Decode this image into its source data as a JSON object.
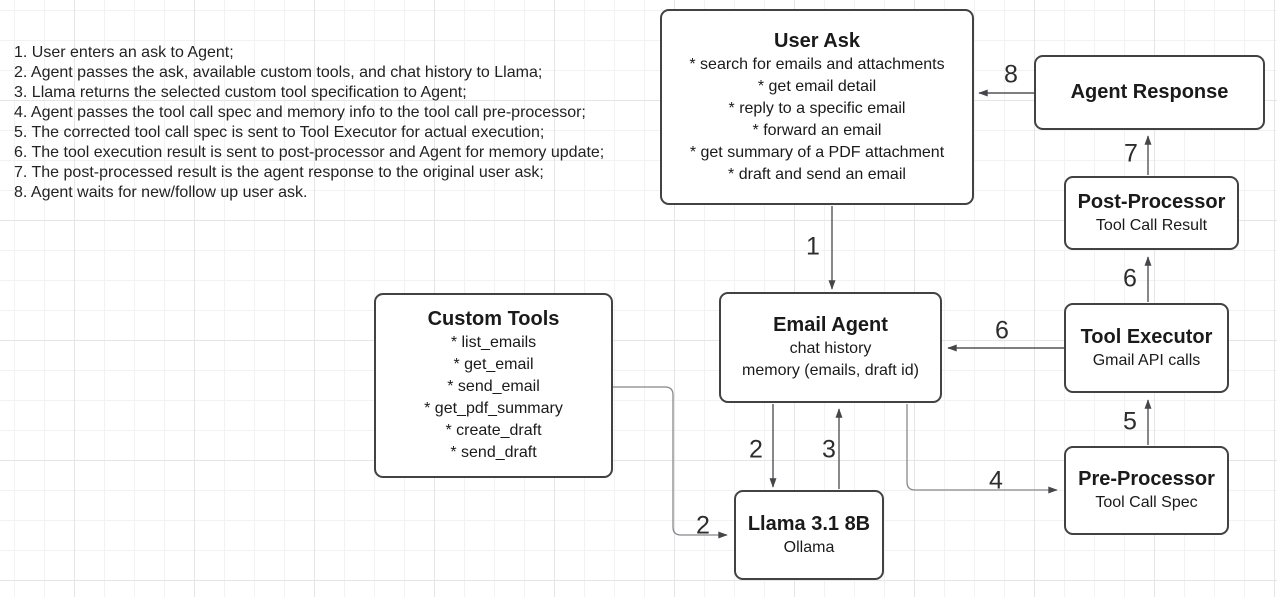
{
  "diagram": {
    "background_color": "#ffffff",
    "grid_minor_color": "#f2f2f2",
    "grid_major_color": "#e5e5e5",
    "node_border_color": "#424242",
    "connector_color": "#55555a",
    "text_color": "#1a1a1a"
  },
  "steps": [
    "1. User enters an ask to Agent;",
    "2. Agent passes the ask, available custom tools, and chat history to Llama;",
    "3. Llama returns the selected custom tool specification to Agent;",
    "4. Agent passes the tool call spec and memory info to the tool call pre-processor;",
    "5. The corrected tool call spec is sent to Tool Executor for actual execution;",
    "6. The tool execution result is sent to post-processor and Agent for memory update;",
    "7. The post-processed result is the agent response to the original user ask;",
    "8. Agent waits for new/follow up user ask."
  ],
  "nodes": {
    "user_ask": {
      "title": "User Ask",
      "lines": [
        "* search for emails and attachments",
        "* get email detail",
        "* reply to a specific email",
        "* forward an email",
        "* get summary of a PDF attachment",
        "* draft and send an email"
      ]
    },
    "agent_response": {
      "title": "Agent Response"
    },
    "post_processor": {
      "title": "Post-Processor",
      "subtitle": "Tool Call Result"
    },
    "tool_executor": {
      "title": "Tool Executor",
      "subtitle": "Gmail API calls"
    },
    "pre_processor": {
      "title": "Pre-Processor",
      "subtitle": "Tool Call Spec"
    },
    "email_agent": {
      "title": "Email Agent",
      "lines": [
        "chat history",
        "memory (emails, draft id)"
      ]
    },
    "custom_tools": {
      "title": "Custom Tools",
      "lines": [
        "* list_emails",
        "* get_email",
        "* send_email",
        "* get_pdf_summary",
        "* create_draft",
        "* send_draft"
      ]
    },
    "llama": {
      "title": "Llama 3.1 8B",
      "subtitle": "Ollama"
    }
  },
  "edges": [
    {
      "id": "user-ask-to-email-agent",
      "label": "1"
    },
    {
      "id": "email-agent-to-llama",
      "label": "2"
    },
    {
      "id": "custom-tools-to-llama",
      "label": "2"
    },
    {
      "id": "llama-to-email-agent",
      "label": "3"
    },
    {
      "id": "email-agent-to-pre-processor",
      "label": "4"
    },
    {
      "id": "pre-processor-to-tool-executor",
      "label": "5"
    },
    {
      "id": "tool-executor-to-email-agent",
      "label": "6"
    },
    {
      "id": "tool-executor-to-post-processor",
      "label": "6"
    },
    {
      "id": "post-processor-to-agent-response",
      "label": "7"
    },
    {
      "id": "agent-response-to-user-ask",
      "label": "8"
    }
  ]
}
